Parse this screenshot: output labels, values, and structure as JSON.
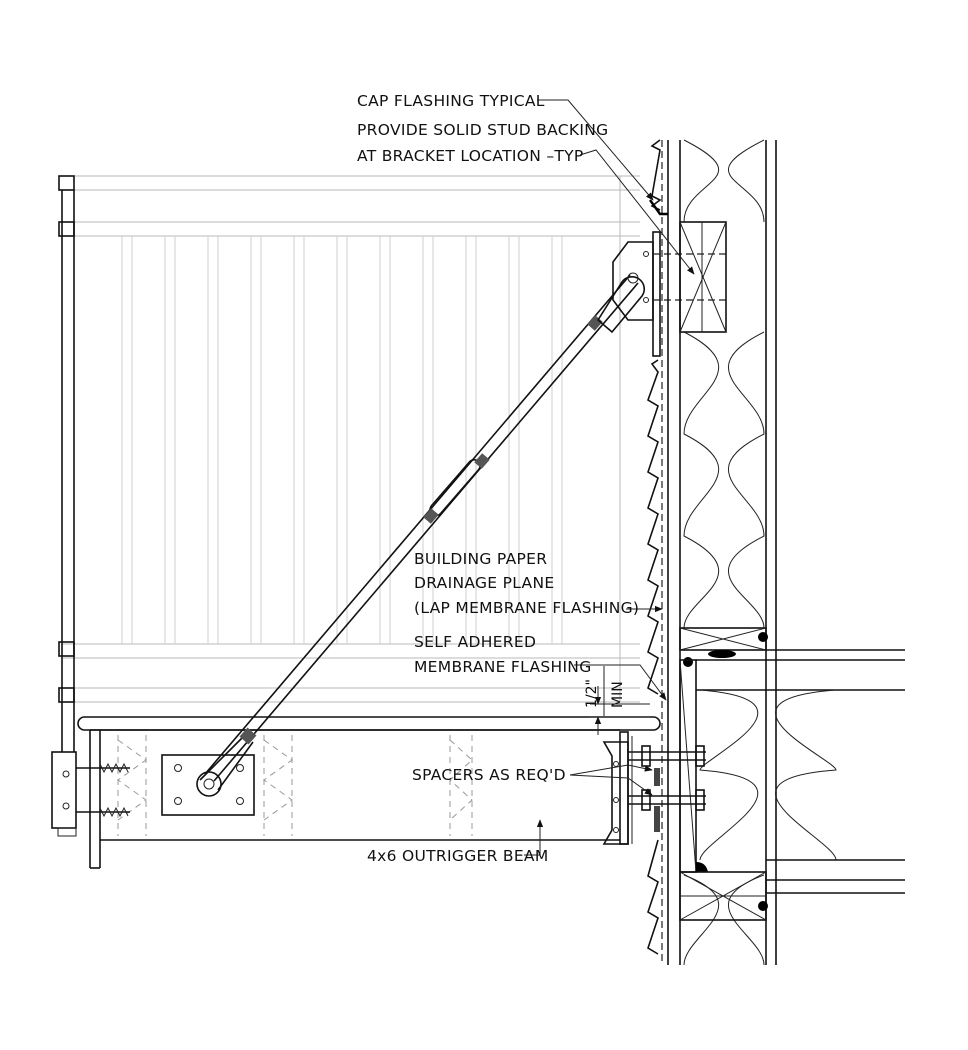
{
  "labels": {
    "cap_flashing": "CAP FLASHING TYPICAL",
    "stud_backing_1": "PROVIDE SOLID STUD BACKING",
    "stud_backing_2": "AT BRACKET LOCATION –TYP",
    "building_paper_1": "BUILDING PAPER",
    "building_paper_2": "DRAINAGE PLANE",
    "building_paper_3": "(LAP MEMBRANE FLASHING)",
    "self_adhered_1": "SELF ADHERED",
    "self_adhered_2": "MEMBRANE FLASHING",
    "spacers": "SPACERS AS REQ'D",
    "outrigger": "4x6 OUTRIGGER BEAM",
    "dim_value": "1/2\"",
    "dim_min": "MIN"
  }
}
